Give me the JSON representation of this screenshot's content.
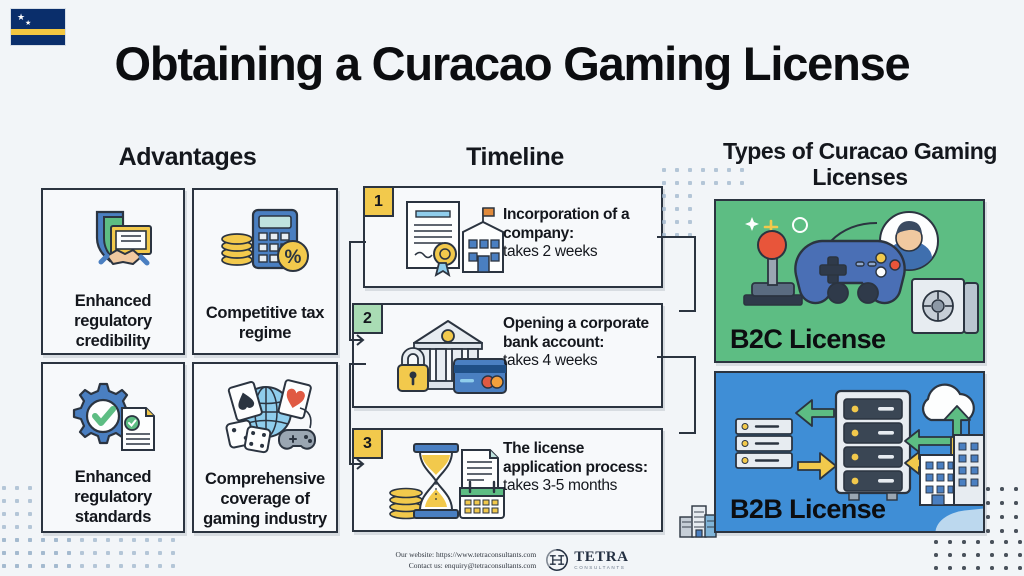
{
  "page": {
    "background": "#f2f5f8",
    "title": "Obtaining a Curacao Gaming License",
    "flag_alt": "curacao-flag"
  },
  "advantages": {
    "heading": "Advantages",
    "items": [
      {
        "label": "Enhanced regulatory credibility",
        "icon": "shield-handshake-icon"
      },
      {
        "label": "Competitive tax regime",
        "icon": "calculator-coins-percent-icon"
      },
      {
        "label": "Enhanced regulatory standards",
        "icon": "gear-check-document-icon"
      },
      {
        "label": "Comprehensive coverage of gaming industry",
        "icon": "globe-cards-dice-gamepad-icon"
      }
    ]
  },
  "timeline": {
    "heading": "Timeline",
    "steps": [
      {
        "number": "1",
        "badge_color": "#f2c94c",
        "title": "Incorporation of a company:",
        "duration": "takes 2 weeks",
        "icon": "certificate-building-icon"
      },
      {
        "number": "2",
        "badge_color": "#a9dcb4",
        "title": "Opening a corporate bank account:",
        "duration": "takes 4 weeks",
        "icon": "bank-lock-card-icon"
      },
      {
        "number": "3",
        "badge_color": "#f2c94c",
        "title": "The license application process:",
        "duration": "takes 3-5 months",
        "icon": "hourglass-coins-calendar-icon"
      }
    ]
  },
  "license_types": {
    "heading": "Types of Curacao Gaming Licenses",
    "panels": [
      {
        "label": "B2C License",
        "color": "#5dbd83",
        "icon": "gamepad-joystick-player-safe-icon"
      },
      {
        "label": "B2B License",
        "color": "#3f8ed6",
        "icon": "server-cloud-buildings-arrows-icon"
      }
    ]
  },
  "footer": {
    "website_line": "Our website: https://www.tetraconsultants.com",
    "contact_line": "Contact us: enquiry@tetraconsultants.com",
    "brand": "TETRA",
    "brand_sub": "CONSULTANTS",
    "logo": "tetra-monogram-icon"
  }
}
